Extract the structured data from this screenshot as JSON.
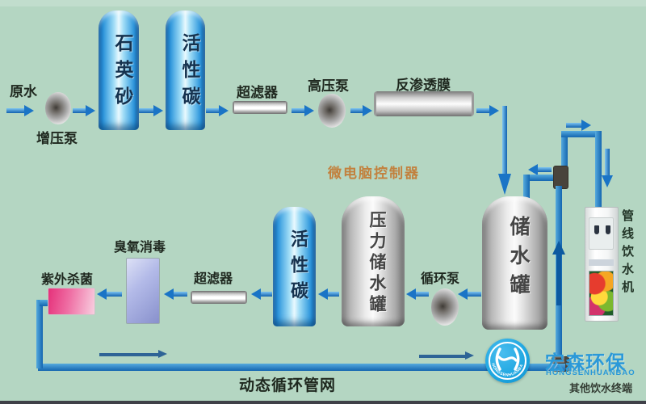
{
  "labels": {
    "raw_water": "原水",
    "booster_pump": "增压泵",
    "quartz_sand": "石英砂",
    "activated_carbon_top": "活性碳",
    "ultrafilter_top": "超滤器",
    "high_pressure_pump": "高压泵",
    "ro_membrane": "反渗透膜",
    "controller": "微电脑控制器",
    "storage_tank": "储水罐",
    "circulation_pump": "循环泵",
    "pressure_tank": "压力储水罐",
    "activated_carbon_bottom": "活性碳",
    "ultrafilter_bottom": "超滤器",
    "ozone": "臭氧消毒",
    "uv": "紫外杀菌",
    "pipe_network": "动态循环管网",
    "dispenser": "管线饮水机",
    "other_terminals": "其他饮水终端"
  },
  "logo": {
    "name_cn": "宏森环保",
    "name_en": "HONGSENHUANBAO",
    "ring_text": "HONGSENHUANBAO"
  },
  "colors": {
    "background": "#b4d6c2",
    "pipe_blue": "#1466b0",
    "arrow_blue": "#1a74c6",
    "arrow_dark": "#2e6496",
    "controller_orange": "#c2813e",
    "logo_blue": "#1ea6e0",
    "logo_text_blue": "#2b99d8",
    "uv_pink": "#e5317a",
    "ozone_purple": "#9aa2d8"
  }
}
